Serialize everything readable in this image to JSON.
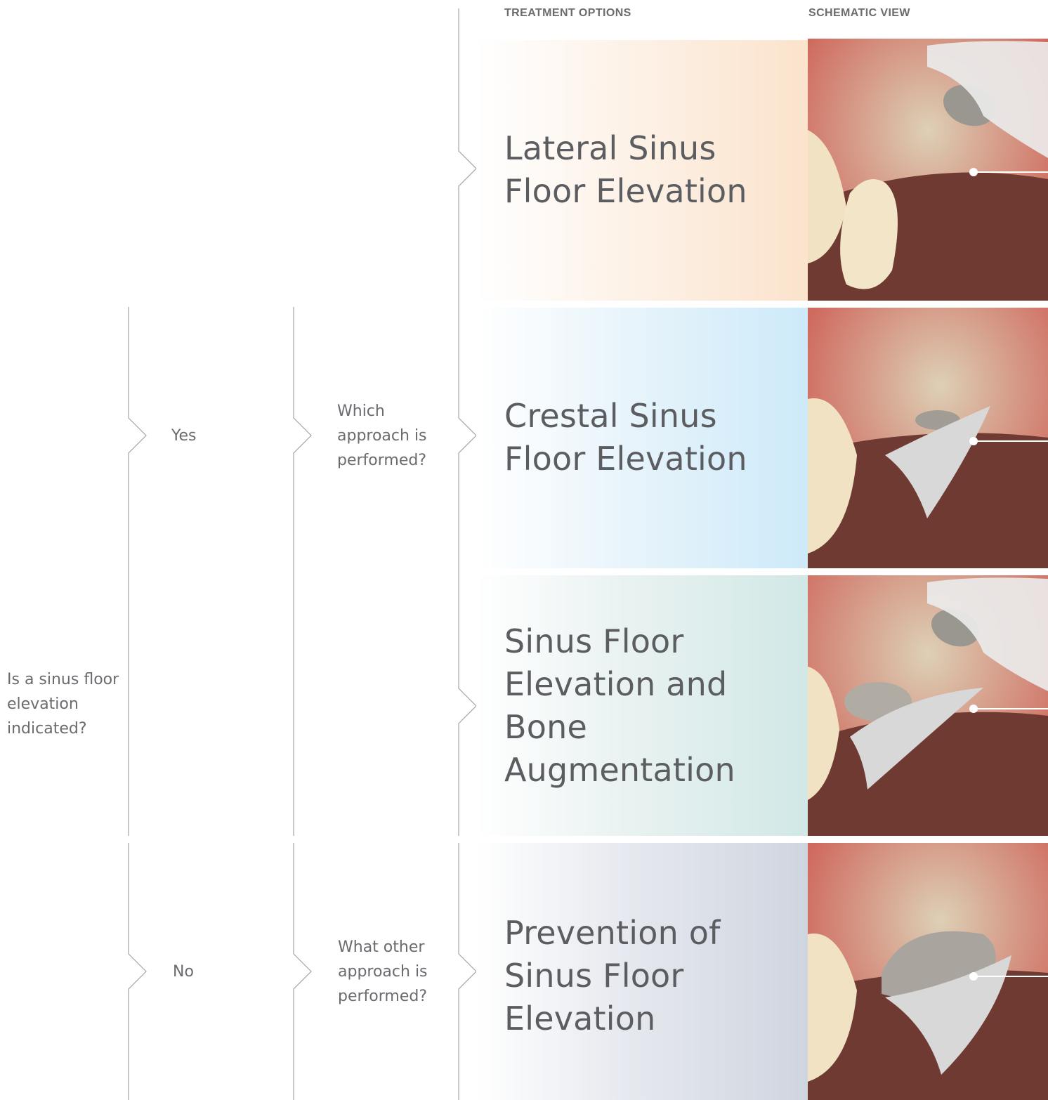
{
  "headers": {
    "treatment_options": "TREATMENT OPTIONS",
    "schematic_view": "SCHEMATIC VIEW"
  },
  "decision": {
    "root_question": "Is a sinus floor elevation indicated?",
    "yes": "Yes",
    "no": "No",
    "yes_question": "Which approach is performed?",
    "no_question": "What other approach is performed?"
  },
  "treatments": [
    {
      "title": "Lateral Sinus Floor Elevation"
    },
    {
      "title": "Crestal Sinus Floor Elevation"
    },
    {
      "title": "Sinus Floor Elevation and Bone Augmentation"
    },
    {
      "title": "Prevention of Sinus Floor Elevation"
    }
  ],
  "images": [
    {
      "icon": "lateral-sinus-illustration"
    },
    {
      "icon": "crestal-sinus-illustration"
    },
    {
      "icon": "augmentation-illustration"
    },
    {
      "icon": "prevention-illustration"
    }
  ],
  "colors": {
    "row1": "#fbe3cc",
    "row2": "#cdeaf9",
    "row3": "#d1e8e6",
    "row4": "#cfd5df",
    "gum": "#c85a50",
    "bone": "#e7dcc6",
    "tissue": "#6f3a32",
    "tooth": "#f2e4c8",
    "line": "#9a9a9a"
  }
}
